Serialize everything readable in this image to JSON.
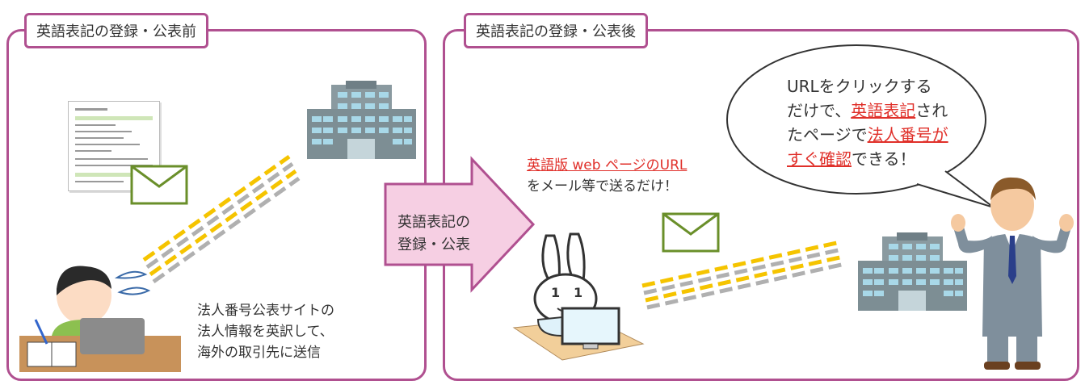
{
  "left_panel": {
    "title": "英語表記の登録・公表前",
    "caption": [
      "法人番号公表サイトの",
      "法人情報を英訳して、",
      "海外の取引先に送信"
    ]
  },
  "arrow": {
    "line1": "英語表記の",
    "line2": "登録・公表"
  },
  "right_panel": {
    "title": "英語表記の登録・公表後",
    "link_text": "英語版 web ページのURL",
    "after_link": "をメール等で送るだけ！"
  },
  "bubble": {
    "line1": "URLをクリックする",
    "line2_a": "だけで、",
    "line2_b": "英語表記",
    "line2_c": "され",
    "line3_a": "たページで",
    "line3_b": "法人番号が",
    "line4_a": "すぐ確認",
    "line4_b": "できる！"
  },
  "colors": {
    "frame": "#b05090",
    "arrow_fill": "#f6cfe3",
    "link_red": "#e0302a",
    "dash_yellow": "#f5c400",
    "dash_gray": "#b0b0b0",
    "envelope": "#6a8f2a"
  }
}
